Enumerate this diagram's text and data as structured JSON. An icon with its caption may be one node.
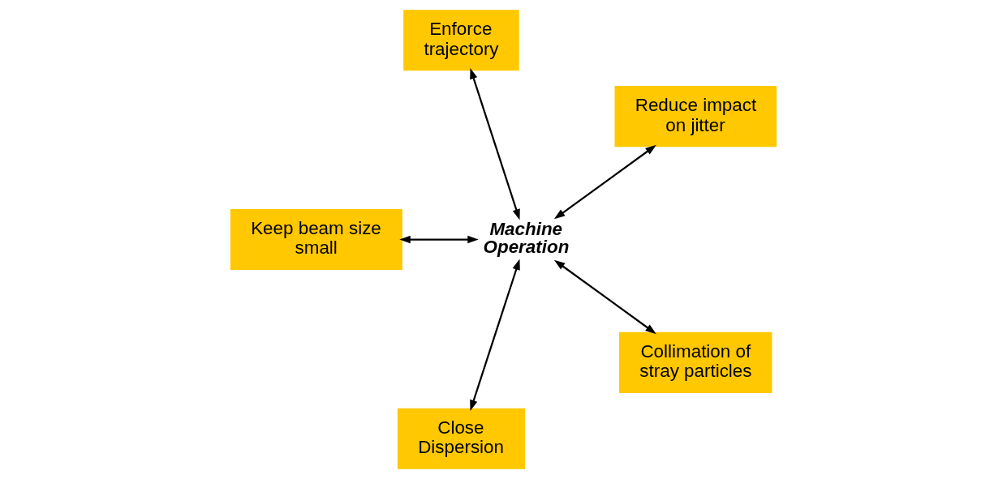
{
  "diagram": {
    "nodes": [
      {
        "text": [
          "Machine Operation"
        ]
      },
      {
        "text": [
          "Reduce impact on jitter"
        ]
      },
      {
        "text": [
          "Enforce trajectory"
        ]
      },
      {
        "text": [
          "Keep beam size small"
        ]
      },
      {
        "text": [
          "Close Dispersion"
        ]
      },
      {
        "text": [
          "Collimation of stray particles"
        ]
      }
    ],
    "edges": [
      {
        "from": 0,
        "to": 1,
        "arrow": "both"
      },
      {
        "from": 0,
        "to": 2,
        "arrow": "both"
      },
      {
        "from": 0,
        "to": 3,
        "arrow": "both"
      },
      {
        "from": 0,
        "to": 4,
        "arrow": "both"
      },
      {
        "from": 0,
        "to": 5,
        "arrow": "both"
      }
    ]
  }
}
